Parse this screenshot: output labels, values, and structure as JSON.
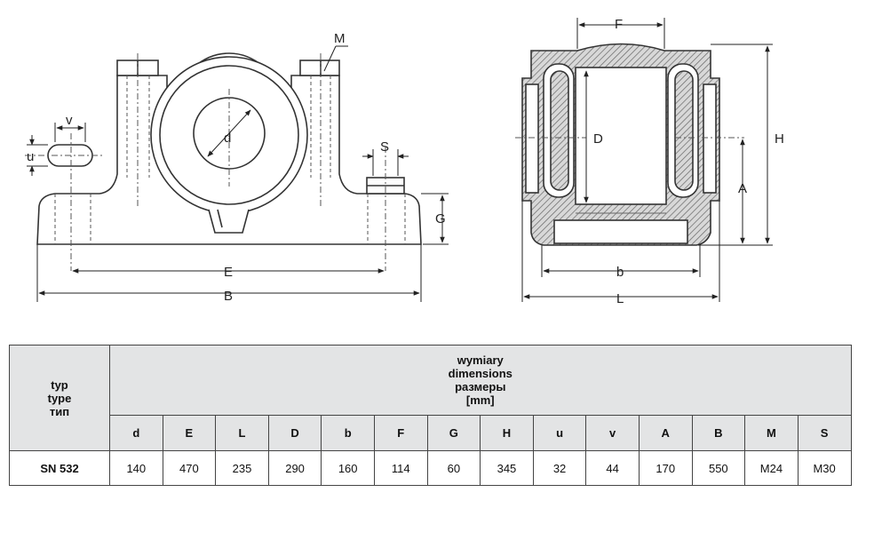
{
  "drawing": {
    "front_view_labels": {
      "M": "M",
      "v": "v",
      "u": "u",
      "d": "d",
      "S": "S",
      "G": "G",
      "E": "E",
      "B": "B"
    },
    "side_view_labels": {
      "F": "F",
      "D": "D",
      "H": "H",
      "A": "A",
      "b": "b",
      "L": "L"
    }
  },
  "table": {
    "type_header": [
      "typ",
      "type",
      "тип"
    ],
    "group_header": [
      "wymiary",
      "dimensions",
      "размеры",
      "[mm]"
    ],
    "columns": [
      "d",
      "E",
      "L",
      "D",
      "b",
      "F",
      "G",
      "H",
      "u",
      "v",
      "A",
      "B",
      "M",
      "S"
    ],
    "rows": [
      {
        "type": "SN 532",
        "values": [
          "140",
          "470",
          "235",
          "290",
          "160",
          "114",
          "60",
          "345",
          "32",
          "44",
          "170",
          "550",
          "M24",
          "M30"
        ]
      }
    ]
  },
  "colors": {
    "line": "#333333",
    "hatch": "#666666",
    "header_bg": "#e3e4e5"
  }
}
